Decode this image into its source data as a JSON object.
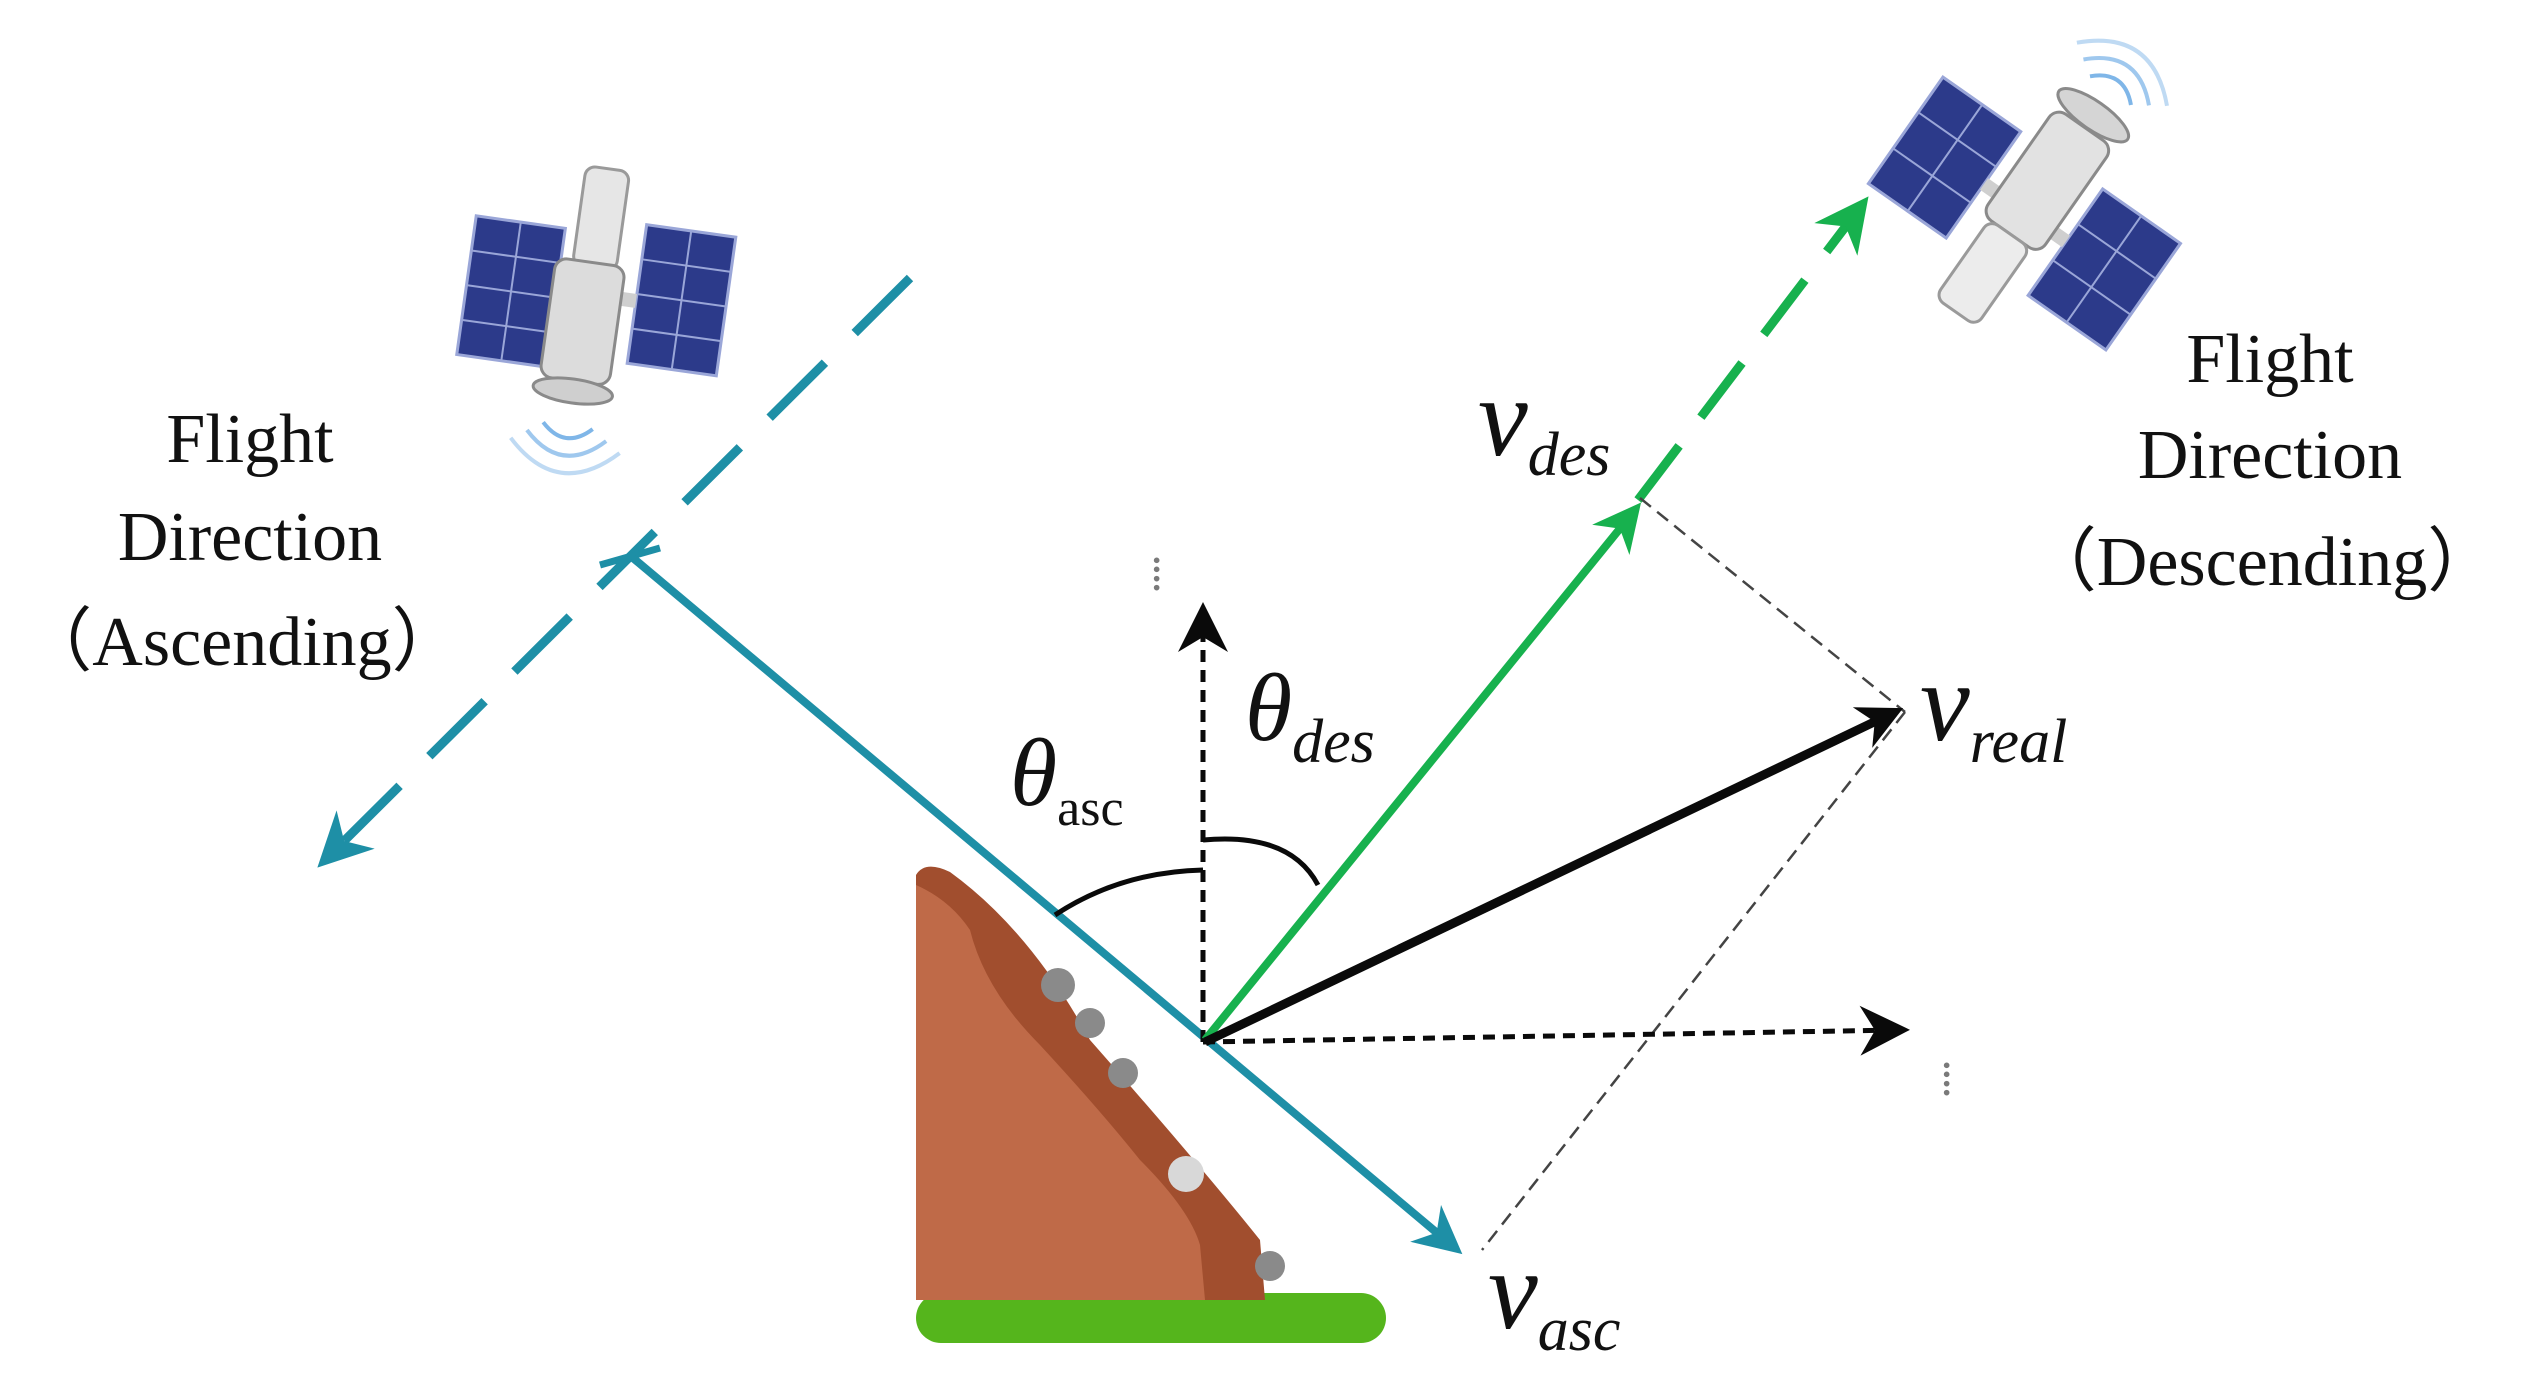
{
  "labels": {
    "ascending_line1": "Flight",
    "ascending_line2": "Direction",
    "ascending_line3": "（Ascending）",
    "descending_line1": "Flight",
    "descending_line2": "Direction",
    "descending_line3": "（Descending）"
  },
  "symbols": {
    "v": "v",
    "theta": "θ",
    "des_sub": "des",
    "asc_sub": "asc",
    "real_sub": "real"
  },
  "axis_marks": {
    "up": "⁞",
    "east": "⁞"
  },
  "colors": {
    "ascending_los": "#1e8fa6",
    "descending_los": "#17b14e",
    "real_vector": "#0a0a0a",
    "slope_dark": "#a14e2e",
    "slope_light": "#bf6a48",
    "ground": "#55b51c",
    "rock": "#8a8a8a",
    "panel": "#2c3a8a"
  },
  "icons": {
    "ascending_satellite": "satellite-icon",
    "descending_satellite": "satellite-icon",
    "landslide": "landslide-slope-icon"
  }
}
